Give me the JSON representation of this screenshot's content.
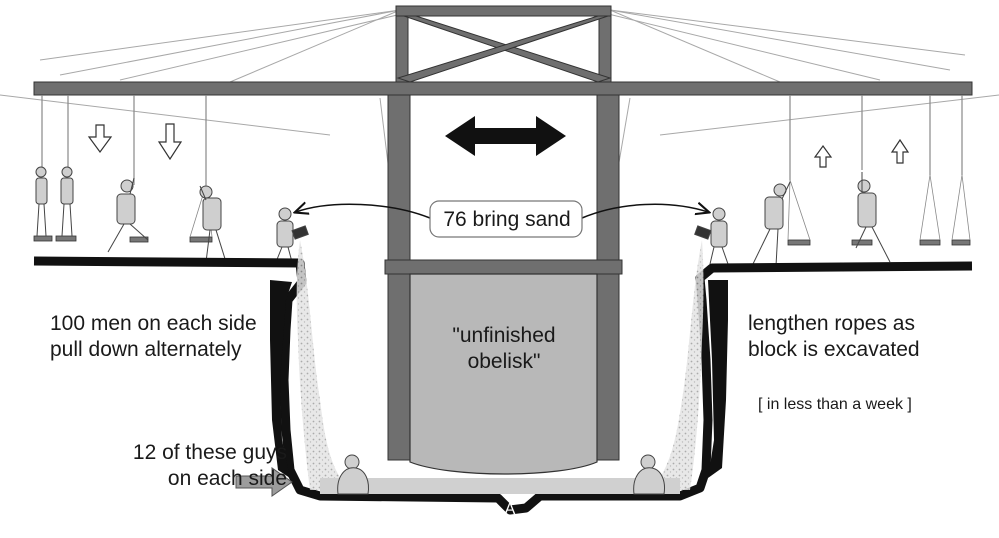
{
  "labels": {
    "bring_sand": "76 bring sand",
    "obelisk": "\"unfinished\nobelisk\"",
    "left_note": "100 men on each side\npull down alternately",
    "right_note": "lengthen ropes as\nblock is excavated",
    "time_note": "[ in less than a week ]",
    "guys_note": "12 of these guys\non each side",
    "point_label": "A"
  },
  "colors": {
    "beam": "#6f6f6f",
    "ground": "#111111",
    "obelisk_fill": "#b8b8b8",
    "sand": "#c9c9c9",
    "rope": "#9a9a9a"
  },
  "icons": [
    "double-arrow-icon",
    "down-arrow-icon",
    "up-arrow-icon",
    "right-arrow-icon"
  ]
}
